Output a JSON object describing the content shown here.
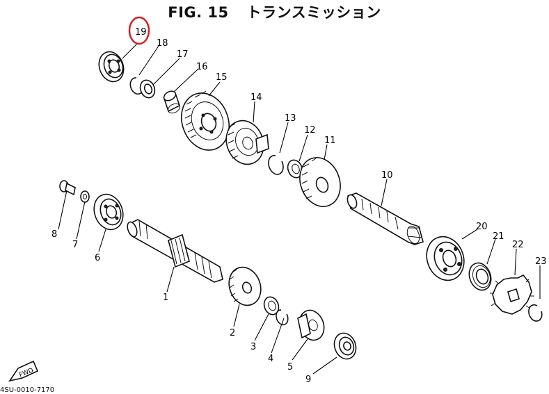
{
  "title": {
    "fig": "FIG. 15",
    "name": "トランスミッション"
  },
  "callouts": [
    {
      "id": "1",
      "label": "1"
    },
    {
      "id": "2",
      "label": "2"
    },
    {
      "id": "3",
      "label": "3"
    },
    {
      "id": "4",
      "label": "4"
    },
    {
      "id": "5",
      "label": "5"
    },
    {
      "id": "6",
      "label": "6"
    },
    {
      "id": "7",
      "label": "7"
    },
    {
      "id": "8",
      "label": "8"
    },
    {
      "id": "9",
      "label": "9"
    },
    {
      "id": "10",
      "label": "10"
    },
    {
      "id": "11",
      "label": "11"
    },
    {
      "id": "12",
      "label": "12"
    },
    {
      "id": "13",
      "label": "13"
    },
    {
      "id": "14",
      "label": "14"
    },
    {
      "id": "15",
      "label": "15"
    },
    {
      "id": "16",
      "label": "16"
    },
    {
      "id": "17",
      "label": "17"
    },
    {
      "id": "18",
      "label": "18"
    },
    {
      "id": "19",
      "label": "19"
    },
    {
      "id": "20",
      "label": "20"
    },
    {
      "id": "21",
      "label": "21"
    },
    {
      "id": "22",
      "label": "22"
    },
    {
      "id": "23",
      "label": "23"
    }
  ],
  "highlight": {
    "part": "19",
    "color": "#d42020"
  },
  "fwd_label": "FWD",
  "figure_code": "4SU-0010-7170"
}
